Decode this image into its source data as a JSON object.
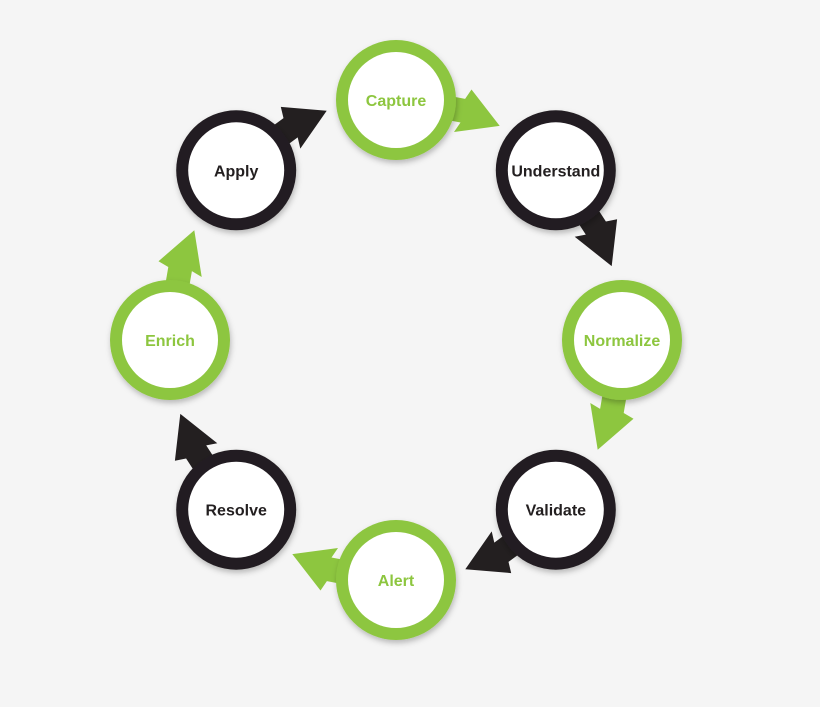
{
  "diagram": {
    "type": "cycle",
    "colors": {
      "green": "#8dc63f",
      "black": "#231f20",
      "node_fill": "#ffffff",
      "background": "#f5f5f5"
    },
    "nodes": [
      {
        "label": "Capture",
        "color": "green"
      },
      {
        "label": "Understand",
        "color": "black"
      },
      {
        "label": "Normalize",
        "color": "green"
      },
      {
        "label": "Validate",
        "color": "black"
      },
      {
        "label": "Alert",
        "color": "green"
      },
      {
        "label": "Resolve",
        "color": "black"
      },
      {
        "label": "Enrich",
        "color": "green"
      },
      {
        "label": "Apply",
        "color": "black"
      }
    ]
  }
}
